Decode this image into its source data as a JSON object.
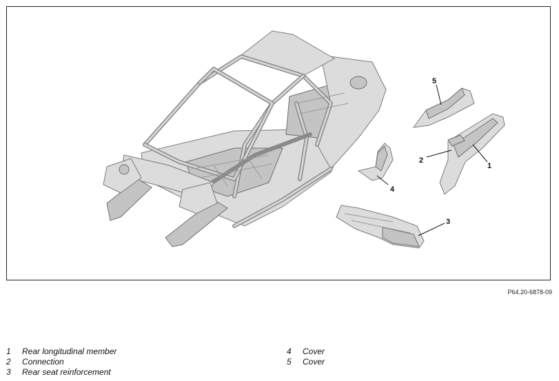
{
  "figure": {
    "reference_code": "P64.20-6878-09",
    "callouts": [
      {
        "number": "1"
      },
      {
        "number": "2"
      },
      {
        "number": "3"
      },
      {
        "number": "4"
      },
      {
        "number": "5"
      }
    ]
  },
  "legend": {
    "items": [
      {
        "number": "1",
        "label": "Rear longitudinal member"
      },
      {
        "number": "2",
        "label": "Connection"
      },
      {
        "number": "3",
        "label": "Rear seat reinforcement"
      },
      {
        "number": "4",
        "label": "Cover"
      },
      {
        "number": "5",
        "label": "Cover"
      }
    ]
  }
}
